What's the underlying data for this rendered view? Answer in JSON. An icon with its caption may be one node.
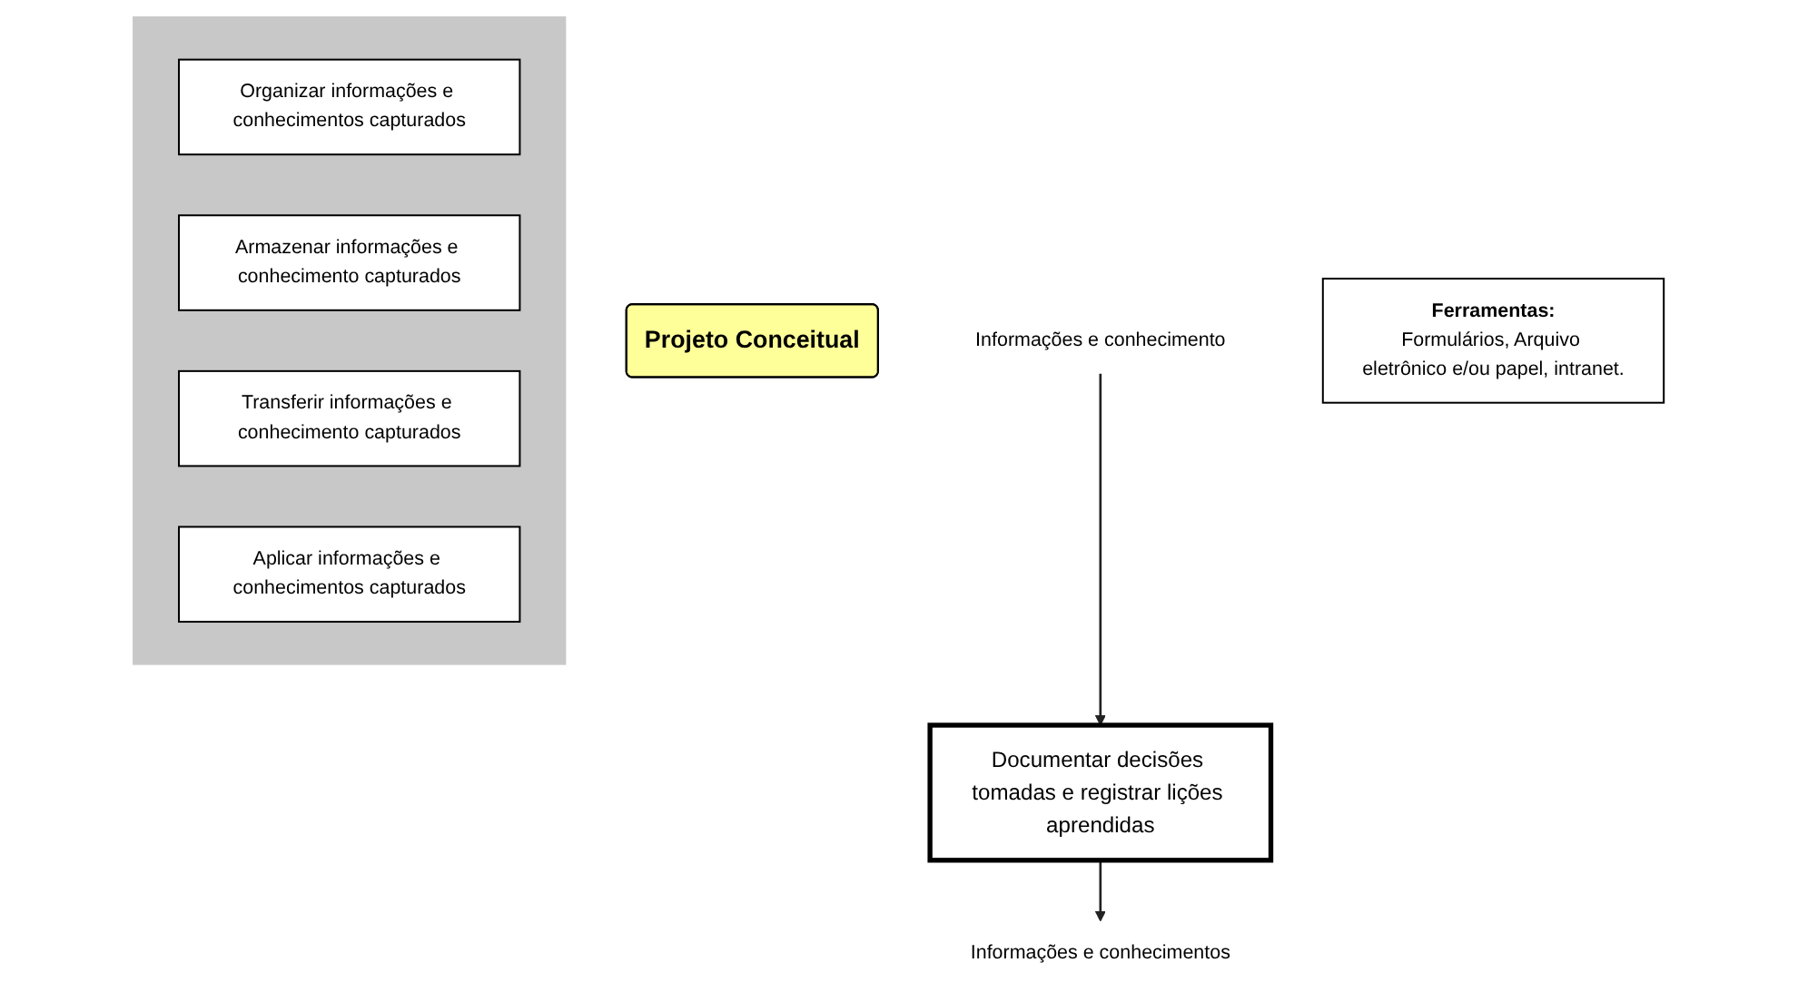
{
  "diagram": {
    "nodes": [
      {
        "text": [
          "Projeto Conceitual"
        ]
      },
      {
        "text": [
          "Informações e conhecimento"
        ]
      },
      {
        "text": [
          "Documentar decisões tomadas e registrar lições aprendidas"
        ]
      },
      {
        "text": [
          "Informações e conhecimentos"
        ]
      },
      {
        "text": [],
        "shape": "box"
      },
      {
        "text": [
          "Organizar informações e conhecimentos capturados"
        ],
        "in": 4
      },
      {
        "text": [
          "Armazenar informações e conhecimento capturados"
        ],
        "in": 4
      },
      {
        "text": [
          "Transferir informações e conhecimento capturados"
        ],
        "in": 4
      },
      {
        "text": [
          "Aplicar informações e conhecimentos capturados"
        ],
        "in": 4
      },
      {
        "text": [
          "Ferramentas:",
          "Formulários, Arquivo eletrônico e/ou papel, intranet."
        ]
      }
    ],
    "edges": [
      {
        "from": 1,
        "to": 2,
        "arrow": "to"
      },
      {
        "from": 2,
        "to": 3,
        "arrow": "to"
      }
    ]
  }
}
